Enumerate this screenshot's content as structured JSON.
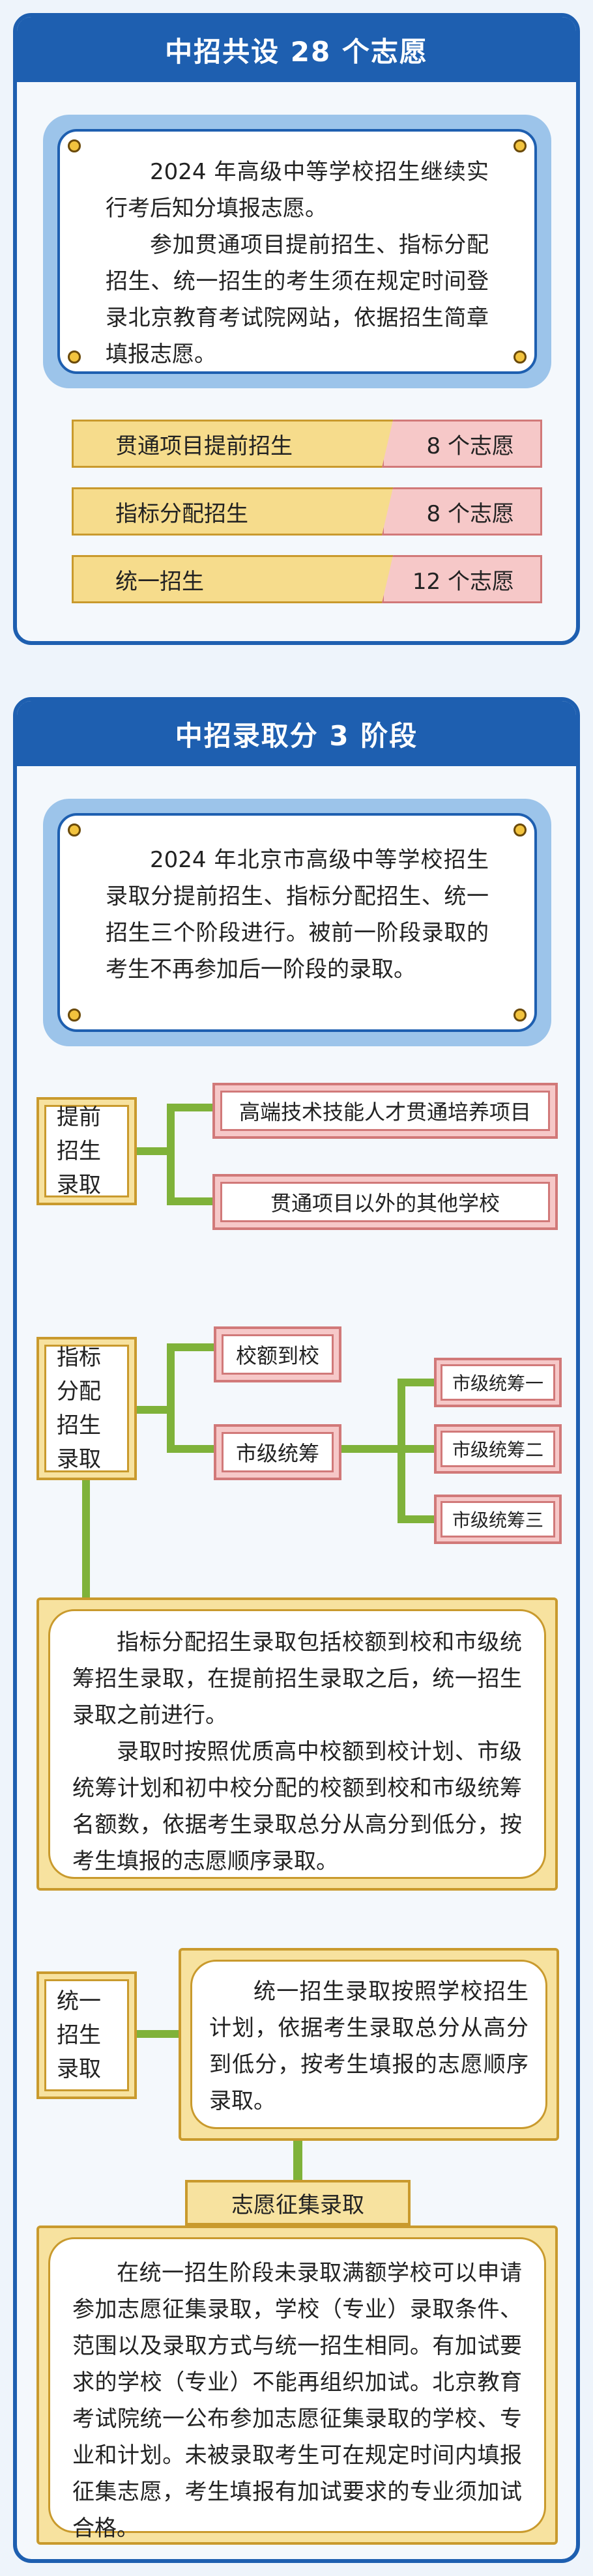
{
  "section1": {
    "title": "中招共设 28 个志愿",
    "intro_lines": [
      "2024 年高级中等学校招生继续实行考后知分填报志愿。",
      "参加贯通项目提前招生、指标分配招生、统一招生的考生须在规定时间登录北京教育考试院网站，依据招生简章填报志愿。"
    ],
    "rows": [
      {
        "label": "贯通项目提前招生",
        "count": "8 个志愿"
      },
      {
        "label": "指标分配招生",
        "count": "8 个志愿"
      },
      {
        "label": "统一招生",
        "count": "12 个志愿"
      }
    ]
  },
  "section2": {
    "title": "中招录取分 3 阶段",
    "intro": "2024 年北京市高级中等学校招生录取分提前招生、指标分配招生、统一招生三个阶段进行。被前一阶段录取的考生不再参加后一阶段的录取。",
    "stage1": {
      "label": "提前招生录取",
      "branches": [
        "高端技术技能人才贯通培养项目",
        "贯通项目以外的其他学校"
      ]
    },
    "stage2": {
      "label": "指标分配招生录取",
      "branches": [
        "校额到校",
        "市级统筹"
      ],
      "sub_branches": [
        "市级统筹一",
        "市级统筹二",
        "市级统筹三"
      ],
      "desc": [
        "指标分配招生录取包括校额到校和市级统筹招生录取，在提前招生录取之后，统一招生录取之前进行。",
        "录取时按照优质高中校额到校计划、市级统筹计划和初中校分配的校额到校和市级统筹名额数，依据考生录取总分从高分到低分，按考生填报的志愿顺序录取。"
      ]
    },
    "stage3": {
      "label": "统一招生录取",
      "desc": "统一招生录取按照学校招生计划，依据考生录取总分从高分到低分，按考生填报的志愿顺序录取。",
      "collect_label": "志愿征集录取",
      "collect_desc": "在统一招生阶段未录取满额学校可以申请参加志愿征集录取，学校（专业）录取条件、范围以及录取方式与统一招生相同。有加试要求的学校（专业）不能再组织加试。北京教育考试院统一公布参加志愿征集录取的学校、专业和计划。未被录取考生可在规定时间内填报征集志愿，考生填报有加试要求的专业须加试合格。"
    }
  }
}
